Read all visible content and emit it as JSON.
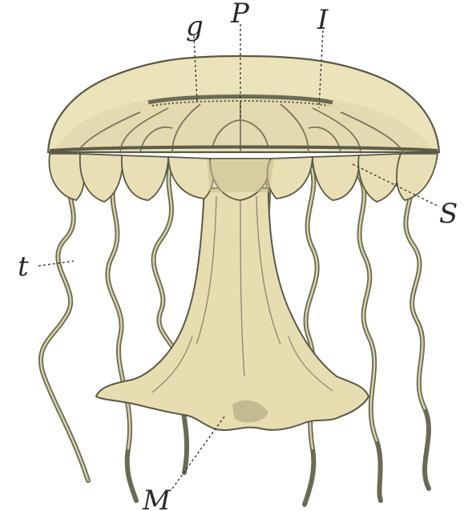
{
  "labels": {
    "g": "g",
    "p": "P",
    "i": "I",
    "s": "S",
    "t": "t",
    "m": "M"
  },
  "colors": {
    "body_fill": "#e9e2b8",
    "body_shade": "#cfc596",
    "outline": "#5a5846",
    "canal": "#8a8670",
    "tentacle": "#6b6a55"
  }
}
